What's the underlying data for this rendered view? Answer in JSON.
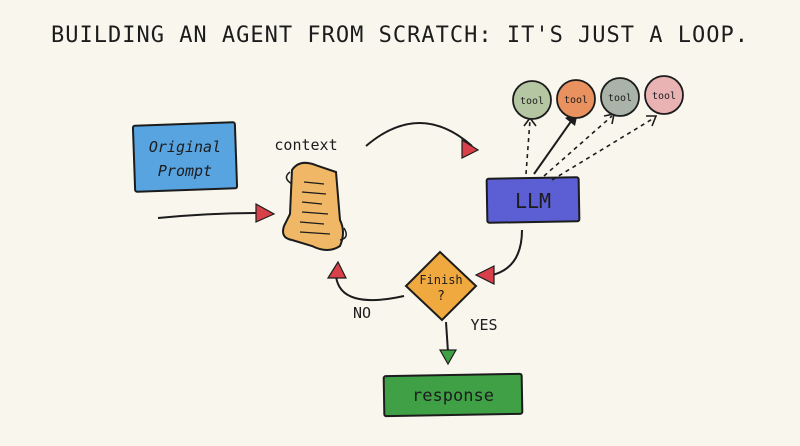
{
  "title": "BUILDING AN AGENT FROM SCRATCH: IT'S JUST A LOOP.",
  "nodes": {
    "prompt_line1": "Original",
    "prompt_line2": "Prompt",
    "context": "context",
    "llm": "LLM",
    "finish_line1": "Finish",
    "finish_line2": "?",
    "response": "response"
  },
  "edges": {
    "no": "NO",
    "yes": "YES"
  },
  "tools": [
    {
      "label": "tool",
      "color": "#b5c7a2"
    },
    {
      "label": "tool",
      "color": "#e9915f"
    },
    {
      "label": "tool",
      "color": "#a9b3a8"
    },
    {
      "label": "tool",
      "color": "#eab3b3"
    }
  ],
  "colors": {
    "prompt_box": "#58a4e0",
    "context_scroll": "#efb766",
    "llm_box": "#5b5fd3",
    "finish_diamond": "#f0a93e",
    "response_box": "#3fa046",
    "arrowhead": "#d9414a"
  }
}
